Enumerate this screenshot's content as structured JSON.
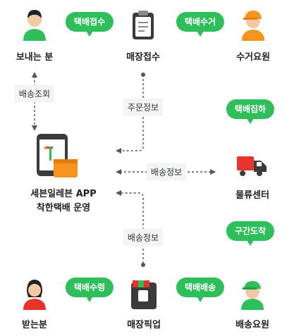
{
  "nodes": {
    "sender": "보내는 분",
    "store_receive": "매장접수",
    "pickup_staff": "수거요원",
    "app_line1": "세븐일레븐 APP",
    "app_line2": "착한택배 운영",
    "logistics": "물류센터",
    "recipient": "받는분",
    "store_pickup": "매장픽업",
    "delivery_staff": "배송요원"
  },
  "bubbles": {
    "parcel_accept": "택배접수",
    "parcel_collect": "택배수거",
    "parcel_gather": "택배집하",
    "section_arrival": "구간도착",
    "parcel_receive": "택배수령",
    "parcel_delivery": "택배배송"
  },
  "flows": {
    "tracking": "배송조회",
    "order_info": "주문정보",
    "delivery_info_logistics": "배송정보",
    "delivery_info_store": "배송정보"
  },
  "colors": {
    "green": "#2fbf5a",
    "orange": "#f7941d",
    "red": "#e8332a",
    "dark": "#3b3b3b"
  }
}
